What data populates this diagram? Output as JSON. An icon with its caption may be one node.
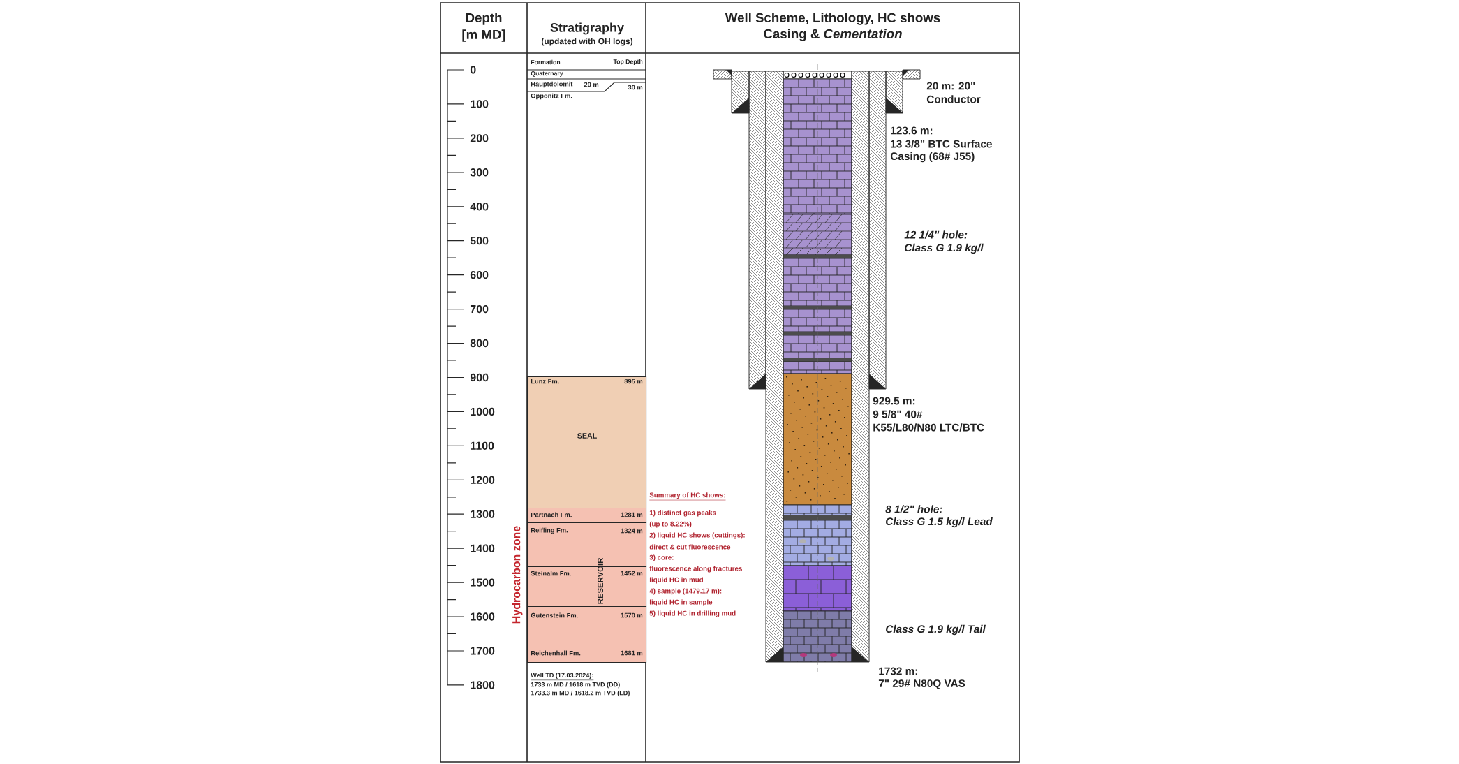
{
  "diagram": {
    "nodes": [
      {
        "text": [
          "Quaternary"
        ]
      },
      {
        "text": [
          "Hauptdolomit",
          "20 m"
        ]
      },
      {
        "text": [
          "Opponitz Fm.",
          "30 m"
        ]
      },
      {
        "text": [
          "Lunz Fm.",
          "895 m",
          "SEAL"
        ]
      },
      {
        "text": [
          "Partnach Fm.",
          "1281 m"
        ]
      },
      {
        "text": [
          "Reifling Fm.",
          "1324 m"
        ]
      },
      {
        "text": [
          "Steinalm Fm.",
          "1452 m"
        ]
      },
      {
        "text": [
          "Gutenstein Fm.",
          "1570 m"
        ]
      },
      {
        "text": [
          "Reichenhall Fm.",
          "1681 m"
        ]
      }
    ],
    "labels": [
      "Depth",
      "[m MD]",
      "Stratigraphy",
      "(updated with OH logs)",
      "Well Scheme, Lithology, HC shows",
      "Casing & *Cementation*",
      "0",
      "100",
      "200",
      "300",
      "400",
      "500",
      "600",
      "700",
      "800",
      "900",
      "1000",
      "1100",
      "1200",
      "1300",
      "1400",
      "1500",
      "1600",
      "1700",
      "1800",
      "Formation",
      "Top Depth",
      "RESERVOIR",
      "Hydrocarbon zone",
      "Well TD (17.03.2024):",
      "1733 m MD / 1618 m TVD (DD)",
      "1733.3 m MD / 1618.2 m TVD (LD)",
      "Summary of HC shows:",
      "1) distinct gas peaks",
      "(up to 8.22%)",
      "2) liquid HC shows (cuttings):",
      "direct & cut fluorescence",
      "3) core:",
      "fluorescence along fractures",
      "liquid HC in mud",
      "4) sample (1479.17 m):",
      "liquid HC in sample",
      "5) liquid HC in drilling mud",
      "20 m: 20\"",
      "Conductor",
      "123.6 m:",
      "13 3/8\" BTC Surface",
      "Casing (68# J55)",
      "12 1/4\" hole:",
      "Class G 1.9 kg/l",
      "929.5 m:",
      "9 5/8\" 40#",
      "K55/L80/N80 LTC/BTC",
      "8 1/2\" hole:",
      "Class G 1.5 kg/l Lead",
      "Class G 1.9 kg/l Tail",
      "1732 m:",
      "7\" 29# N80Q VAS"
    ]
  }
}
